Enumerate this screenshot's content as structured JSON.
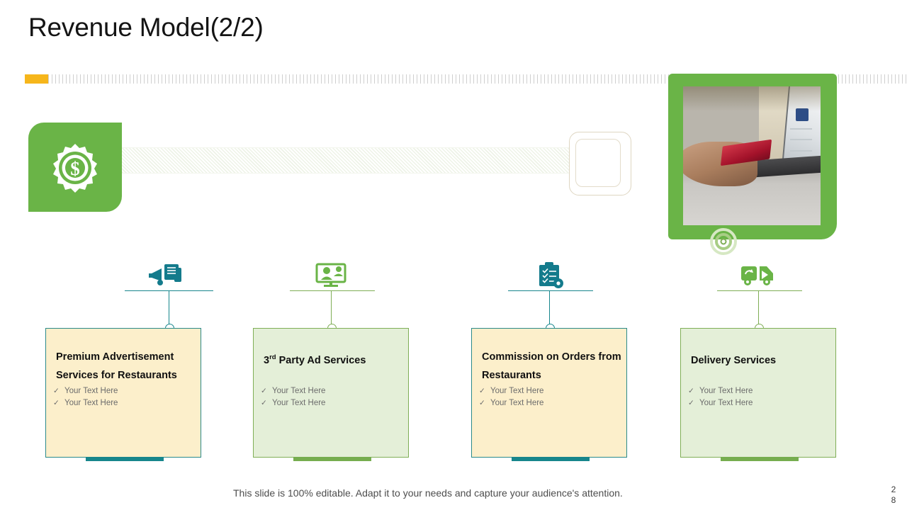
{
  "slide": {
    "title": "Revenue Model(2/2)",
    "footer_note": "This slide is 100% editable. Adapt it to your needs and capture your audience's attention.",
    "page_number_digits": [
      "2",
      "8"
    ]
  },
  "theme": {
    "accent_orange": "#f6b61b",
    "green": "#6ab447",
    "green_bar": "#76ad4f",
    "teal": "#17868c",
    "cream_card": "#fcefcb",
    "green_card": "#e4efd8",
    "title_color": "#141414",
    "body_text": "#6c6c6c"
  },
  "hero": {
    "icon_tile": {
      "icon": "dollar-gear-icon"
    },
    "band": {
      "outline_shape": "rounded-square-outline"
    },
    "photo": {
      "alt": "hand holding a red credit card beside a laptop",
      "target_icon": "target-icon"
    }
  },
  "cards": [
    {
      "icon": "megaphone-documents-icon",
      "theme": "teal",
      "title_main": "Premium Advertisement Services for Restaurants",
      "title_sup": "",
      "title_rest": "",
      "bullets": [
        "Your Text Here",
        "Your Text Here"
      ],
      "tick": "✓"
    },
    {
      "icon": "presentation-people-icon",
      "theme": "green",
      "title_main": "3",
      "title_sup": "rd",
      "title_rest": " Party Ad Services",
      "bullets": [
        "Your Text Here",
        "Your Text Here"
      ],
      "tick": "✓"
    },
    {
      "icon": "clipboard-checklist-gear-icon",
      "theme": "teal",
      "title_main": "Commission on Orders from Restaurants",
      "title_sup": "",
      "title_rest": "",
      "bullets": [
        "Your Text Here",
        "Your Text Here"
      ],
      "tick": "✓"
    },
    {
      "icon": "delivery-truck-icon",
      "theme": "green",
      "title_main": "Delivery Services",
      "title_sup": "",
      "title_rest": "",
      "bullets": [
        "Your Text Here",
        "Your Text Here"
      ],
      "tick": "✓"
    }
  ]
}
